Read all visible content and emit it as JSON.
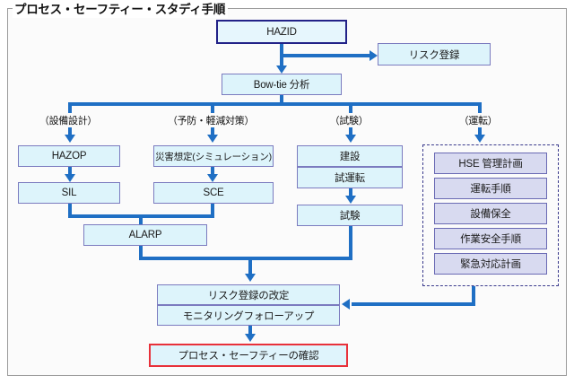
{
  "diagram": {
    "title": "プロセス・セーフティー・スタディ手順",
    "colors": {
      "box_fill_cyan": "#dff4fc",
      "box_fill_lavender": "#d8daf0",
      "box_border": "#7b7bbf",
      "hazid_border": "#222288",
      "confirm_border": "#e8313a",
      "connector": "#1f6fc4",
      "dashed_group_border": "#3a3a8c",
      "frame_border": "#9a9a9a"
    },
    "nodes": {
      "hazid": "HAZID",
      "risk_register": "リスク登録",
      "bowtie": "Bow-tie 分析",
      "hazop": "HAZOP",
      "sil": "SIL",
      "disaster_sim": "災害想定(シミュレーション)",
      "sce": "SCE",
      "alarp": "ALARP",
      "construction": "建設",
      "commissioning": "試運転",
      "testing": "試験",
      "hse_plan": "HSE 管理計画",
      "operating_procedure": "運転手順",
      "equipment_maintenance": "設備保全",
      "work_safety_procedure": "作業安全手順",
      "emergency_plan": "緊急対応計画",
      "risk_register_revision": "リスク登録の改定",
      "monitoring_followup": "モニタリングフォローアップ",
      "process_safety_confirm": "プロセス・セーフティーの確認"
    },
    "captions": {
      "facility_design": "（設備設計）",
      "prevention_mitigation": "（予防・軽減対策）",
      "test": "（試験）",
      "operation": "（運転）"
    }
  }
}
